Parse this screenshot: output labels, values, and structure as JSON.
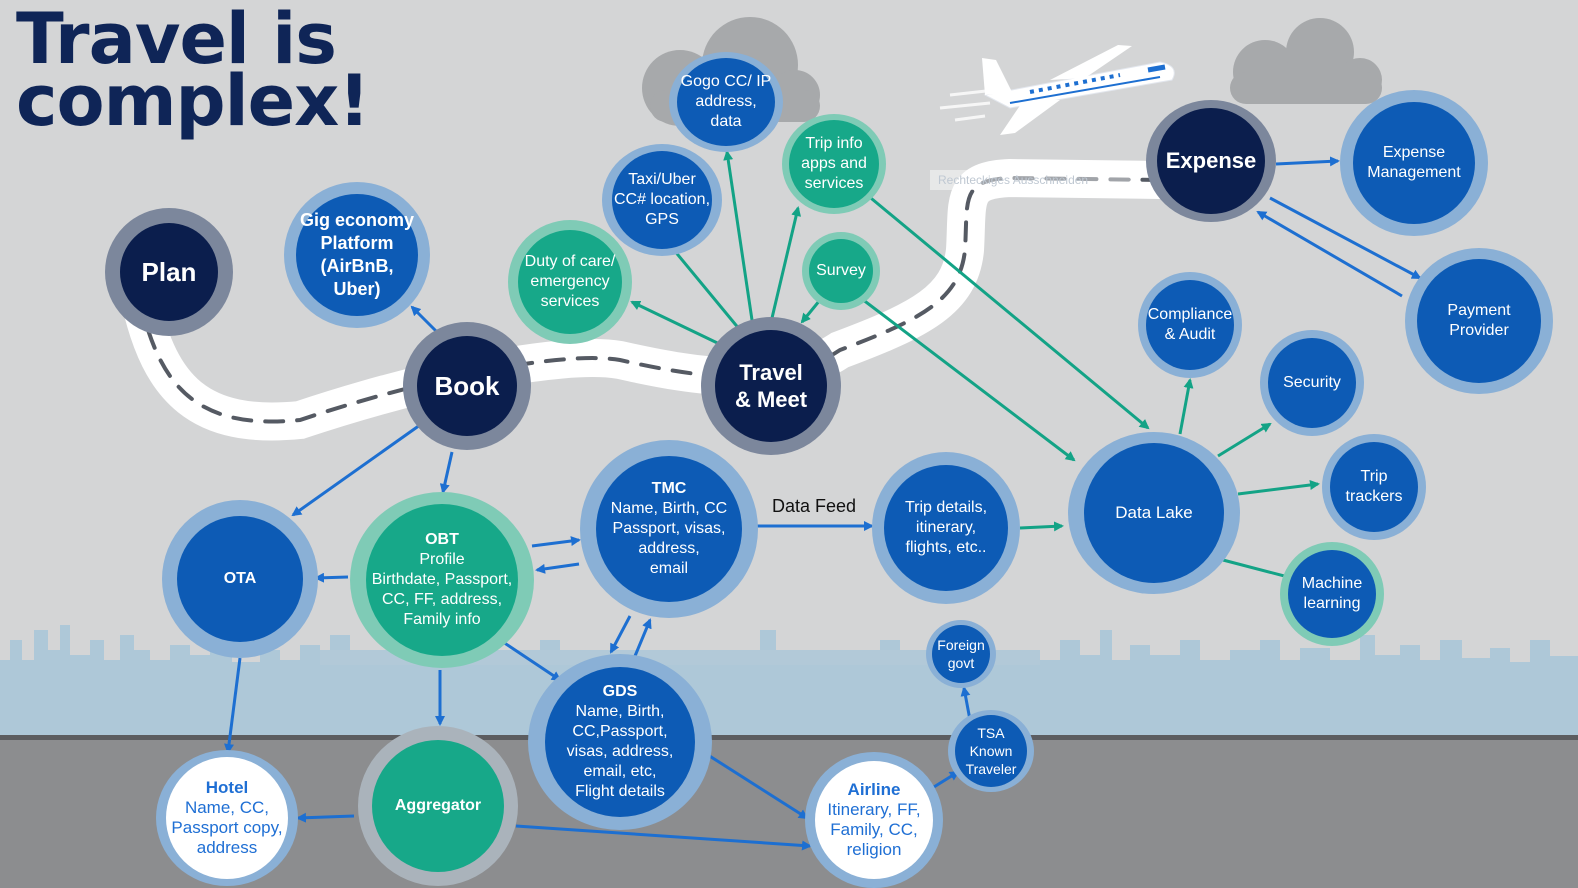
{
  "title_line1": "Travel is",
  "title_line2": "complex!",
  "edge_labels": {
    "data_feed": "Data Feed"
  },
  "ghost_text": "Rechteckiges Ausschneiden",
  "colors": {
    "navy": "#0f2557",
    "dark_node": "#0b1e4d",
    "blue_node": "#0d5bb5",
    "teal_node": "#17a889",
    "blue_ring": "#8ab0d6",
    "gray_ring": "#7c879c",
    "teal_ring": "#7fcbb6",
    "arrow_blue": "#1d6fd1",
    "arrow_teal": "#13a386",
    "white_node_text": "#1f6fd4"
  },
  "nodes": {
    "plan": {
      "lines": [
        "Plan"
      ],
      "kind": "dark"
    },
    "gig": {
      "lines": [
        "Gig economy",
        "Platform",
        "(AirBnB, Uber)"
      ],
      "kind": "blue"
    },
    "book": {
      "lines": [
        "Book"
      ],
      "kind": "dark"
    },
    "travel_meet": {
      "lines": [
        "Travel",
        "& Meet"
      ],
      "kind": "dark"
    },
    "duty": {
      "lines": [
        "Duty of care/",
        "emergency",
        "services"
      ],
      "kind": "teal"
    },
    "taxi": {
      "lines": [
        "Taxi/Uber",
        "CC# location,",
        "GPS"
      ],
      "kind": "blue"
    },
    "gogo": {
      "lines": [
        "Gogo CC/ IP",
        "address,",
        "data"
      ],
      "kind": "blue"
    },
    "trip_info": {
      "lines": [
        "Trip info",
        "apps and",
        "services"
      ],
      "kind": "teal"
    },
    "survey": {
      "lines": [
        "Survey"
      ],
      "kind": "teal"
    },
    "expense": {
      "lines": [
        "Expense"
      ],
      "kind": "dark"
    },
    "expense_mgmt": {
      "lines": [
        "Expense",
        "Management"
      ],
      "kind": "blue"
    },
    "payment": {
      "lines": [
        "Payment",
        "Provider"
      ],
      "kind": "blue"
    },
    "compliance": {
      "lines": [
        "Compliance",
        "& Audit"
      ],
      "kind": "blue"
    },
    "security": {
      "lines": [
        "Security"
      ],
      "kind": "blue"
    },
    "trip_trackers": {
      "lines": [
        "Trip",
        "trackers"
      ],
      "kind": "blue"
    },
    "ml": {
      "lines": [
        "Machine",
        "learning"
      ],
      "kind": "blue"
    },
    "data_lake": {
      "lines": [
        "Data Lake"
      ],
      "kind": "blue"
    },
    "trip_details": {
      "lines": [
        "Trip details,",
        "itinerary,",
        "flights, etc.."
      ],
      "kind": "blue"
    },
    "tmc": {
      "lines": [
        "TMC",
        "Name, Birth, CC",
        "Passport, visas,",
        "address,",
        "email"
      ],
      "kind": "blue"
    },
    "obt": {
      "lines": [
        "OBT",
        "Profile",
        "Birthdate, Passport,",
        "CC, FF, address,",
        "Family info"
      ],
      "kind": "teal"
    },
    "ota": {
      "lines": [
        "OTA"
      ],
      "kind": "blue"
    },
    "gds": {
      "lines": [
        "GDS",
        "Name, Birth,",
        "CC,Passport,",
        "visas, address,",
        "email, etc,",
        "Flight details"
      ],
      "kind": "blue"
    },
    "hotel": {
      "lines": [
        "Hotel",
        "Name, CC,",
        "Passport copy,",
        "address"
      ],
      "kind": "white"
    },
    "aggregator": {
      "lines": [
        "Aggregator"
      ],
      "kind": "teal"
    },
    "airline": {
      "lines": [
        "Airline",
        "Itinerary, FF,",
        "Family, CC,",
        "religion"
      ],
      "kind": "white"
    },
    "tsa": {
      "lines": [
        "TSA",
        "Known",
        "Traveler"
      ],
      "kind": "blue"
    },
    "foreign": {
      "lines": [
        "Foreign",
        "govt"
      ],
      "kind": "blue"
    }
  }
}
